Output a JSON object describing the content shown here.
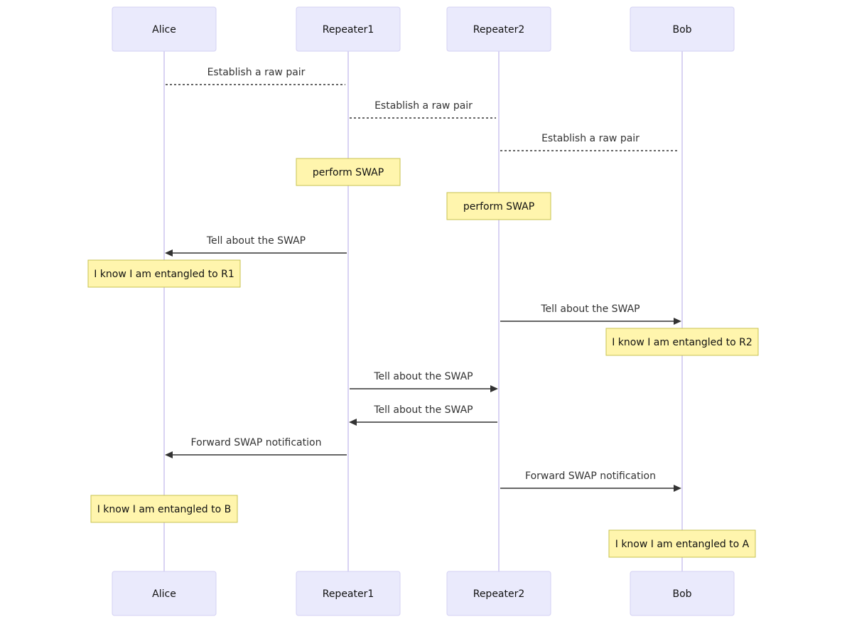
{
  "diagram": {
    "type": "sequence",
    "actors": [
      {
        "id": "alice",
        "label": "Alice"
      },
      {
        "id": "repeater1",
        "label": "Repeater1"
      },
      {
        "id": "repeater2",
        "label": "Repeater2"
      },
      {
        "id": "bob",
        "label": "Bob"
      }
    ],
    "events": [
      {
        "kind": "message",
        "from": "alice",
        "to": "repeater1",
        "label": "Establish a raw pair",
        "style": "dotted",
        "arrow": false
      },
      {
        "kind": "message",
        "from": "repeater1",
        "to": "repeater2",
        "label": "Establish a raw pair",
        "style": "dotted",
        "arrow": false
      },
      {
        "kind": "message",
        "from": "repeater2",
        "to": "bob",
        "label": "Establish a raw pair",
        "style": "dotted",
        "arrow": false
      },
      {
        "kind": "note",
        "over": "repeater1",
        "label": "perform SWAP"
      },
      {
        "kind": "note",
        "over": "repeater2",
        "label": "perform SWAP"
      },
      {
        "kind": "message",
        "from": "repeater1",
        "to": "alice",
        "label": "Tell about the SWAP",
        "style": "solid",
        "arrow": true
      },
      {
        "kind": "note",
        "over": "alice",
        "label": "I know I am entangled to R1"
      },
      {
        "kind": "message",
        "from": "repeater2",
        "to": "bob",
        "label": "Tell about the SWAP",
        "style": "solid",
        "arrow": true
      },
      {
        "kind": "note",
        "over": "bob",
        "label": "I know I am entangled to R2"
      },
      {
        "kind": "message",
        "from": "repeater1",
        "to": "repeater2",
        "label": "Tell about the SWAP",
        "style": "solid",
        "arrow": true
      },
      {
        "kind": "message",
        "from": "repeater2",
        "to": "repeater1",
        "label": "Tell about the SWAP",
        "style": "solid",
        "arrow": true
      },
      {
        "kind": "message",
        "from": "repeater1",
        "to": "alice",
        "label": "Forward SWAP notification",
        "style": "solid",
        "arrow": true
      },
      {
        "kind": "message",
        "from": "repeater2",
        "to": "bob",
        "label": "Forward SWAP notification",
        "style": "solid",
        "arrow": true
      },
      {
        "kind": "note",
        "over": "alice",
        "label": "I know I am entangled to B"
      },
      {
        "kind": "note",
        "over": "bob",
        "label": "I know I am entangled to A"
      }
    ]
  },
  "colors": {
    "actor_fill": "#eaeafc",
    "actor_stroke": "#d4d1f3",
    "lifeline": "#d9d3f3",
    "note_fill": "#fff5ad",
    "note_stroke": "#c7c250",
    "message_line": "#333333"
  }
}
